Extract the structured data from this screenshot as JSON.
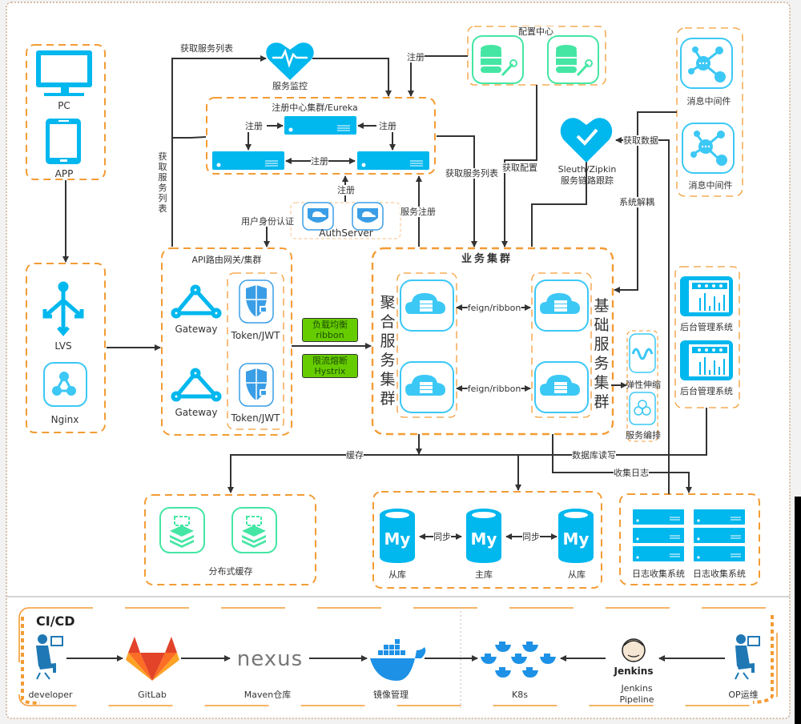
{
  "colors": {
    "accent_blue": "#00b7ee",
    "teal_green": "#45e6a4",
    "dashed_orange": "#f39c35",
    "label_green": "#66cc00",
    "line": "#333333"
  },
  "clients": {
    "pc": "PC",
    "app": "APP"
  },
  "lb": {
    "lvs": "LVS",
    "nginx": "Nginx"
  },
  "monitor": {
    "label": "服务监控",
    "edge_label": "获取服务列表"
  },
  "eureka": {
    "title": "注册中心集群/Eureka",
    "reg_left": "注册",
    "reg_right": "注册",
    "reg_mid": "注册",
    "reg_auth": "注册",
    "left_vertical": "获取服务列表"
  },
  "config": {
    "title": "配置中心",
    "register": "注册",
    "fetch_config": "获取配置"
  },
  "mq": {
    "items": [
      "消息中间件",
      "消息中间件"
    ],
    "fetch_data": "获取数据",
    "decouple": "系统解耦"
  },
  "zipkin": {
    "line1": "Sleuth/Zipkin",
    "line2": "服务链路跟踪"
  },
  "auth": {
    "label": "AuthServer",
    "user_auth": "用户身份认证",
    "service_register": "服务注册"
  },
  "gateway": {
    "title": "API路由网关/集群",
    "items": [
      "Gateway",
      "Gateway"
    ],
    "tokens": [
      "Token/JWT",
      "Token/JWT"
    ]
  },
  "tags": [
    {
      "line1": "负载均衡",
      "line2": "ribbon"
    },
    {
      "line1": "限流熔断",
      "line2": "Hystrix"
    }
  ],
  "business": {
    "title": "业务集群",
    "fetch_list": "获取服务列表",
    "aggregate": "聚合服务集群",
    "basic": "基础服务集群",
    "links": [
      "feign/ribbon",
      "feign/ribbon"
    ]
  },
  "elastic": {
    "scale": "弹性伸缩",
    "orchestrate": "服务编排"
  },
  "admin": {
    "items": [
      "后台管理系统",
      "后台管理系统"
    ]
  },
  "storage": {
    "cache_edge": "缓存",
    "db_edge": "数据库读写",
    "log_edge": "收集日志",
    "cache_label": "分布式缓存",
    "mysql": [
      "从库",
      "主库",
      "从库"
    ],
    "sync": [
      "同步",
      "同步"
    ],
    "mysql_glyph": "My",
    "logs": [
      "日志收集系统",
      "日志收集系统"
    ]
  },
  "cicd": {
    "title": "CI/CD",
    "developer": "developer",
    "gitlab": "GitLab",
    "nexus_logo": "nexus",
    "maven": "Maven仓库",
    "image": "镜像管理",
    "k8s": "K8s",
    "jenkins_logo": "Jenkins",
    "jenkins_line1": "Jenkins",
    "jenkins_line2": "Pipeline",
    "op": "OP运维"
  }
}
